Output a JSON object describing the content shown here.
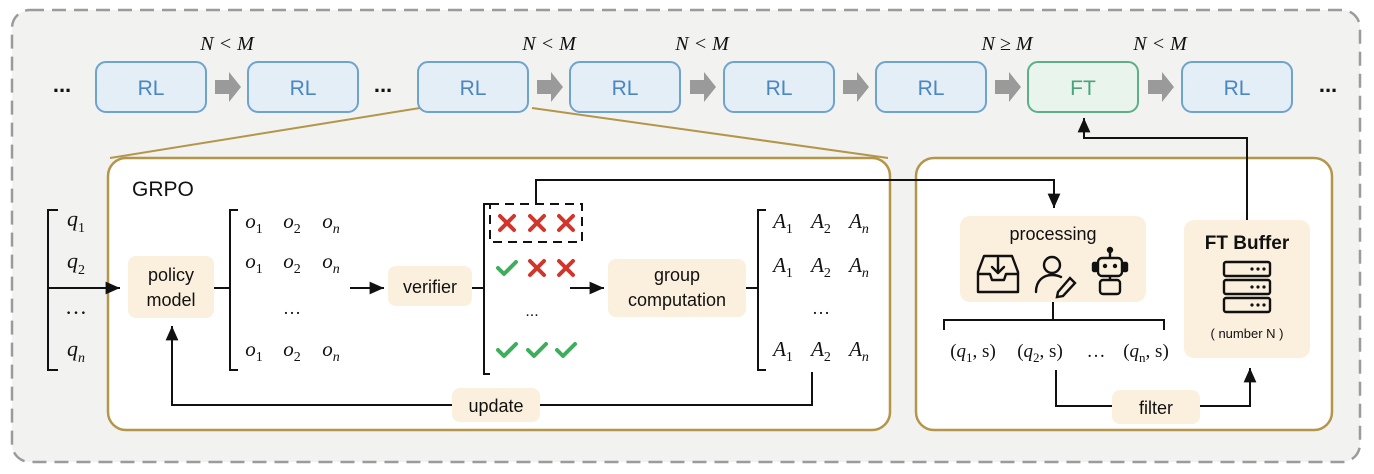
{
  "pipeline": {
    "stages": [
      {
        "label": "...",
        "kind": "ellipsis"
      },
      {
        "label": "RL",
        "kind": "rl"
      },
      {
        "label": "RL",
        "kind": "rl"
      },
      {
        "label": "...",
        "kind": "ellipsis"
      },
      {
        "label": "RL",
        "kind": "rl"
      },
      {
        "label": "RL",
        "kind": "rl"
      },
      {
        "label": "RL",
        "kind": "rl"
      },
      {
        "label": "RL",
        "kind": "rl"
      },
      {
        "label": "FT",
        "kind": "ft"
      },
      {
        "label": "RL",
        "kind": "rl"
      },
      {
        "label": "...",
        "kind": "ellipsis"
      }
    ],
    "conditions": [
      "N < M",
      "N < M",
      "N < M",
      "N ≥ M",
      "N < M"
    ]
  },
  "grpo": {
    "title": "GRPO",
    "queries": [
      "q1",
      "q2",
      "...",
      "qn"
    ],
    "policy_model": [
      "policy",
      "model"
    ],
    "outputs": [
      [
        "o1",
        "o2",
        "on"
      ],
      [
        "o1",
        "o2",
        "on"
      ],
      [
        "..."
      ],
      [
        "o1",
        "o2",
        "on"
      ]
    ],
    "verifier": "verifier",
    "group_computation": [
      "group",
      "computation"
    ],
    "advantages": [
      [
        "A1",
        "A2",
        "An"
      ],
      [
        "A1",
        "A2",
        "An"
      ],
      [
        "..."
      ],
      [
        "A1",
        "A2",
        "An"
      ]
    ],
    "update": "update",
    "ellipsis": "..."
  },
  "buffer_panel": {
    "processing": "processing",
    "pairs": [
      "(q1, s)",
      "(q2, s)",
      "...",
      "(qn, s)"
    ],
    "filter": "filter",
    "ft_buffer_title": "FT Buffer",
    "capacity_note": "( number N )"
  },
  "icons": [
    "inbox-download-icon",
    "person-edit-icon",
    "robot-icon",
    "server-rack-icon",
    "check-icon",
    "cross-icon"
  ],
  "colors": {
    "rl_fill": "#e4eef7",
    "rl_stroke": "#6fa3cf",
    "rl_text": "#4a86bf",
    "ft_fill": "#e9f4ec",
    "ft_stroke": "#5daf86",
    "ft_text": "#4aa37a",
    "panel_stroke": "#b39649",
    "box_fill": "#fbf0dd",
    "check": "#3fae5c",
    "cross": "#d1362d",
    "arrow_gray": "#9a9a9a"
  }
}
